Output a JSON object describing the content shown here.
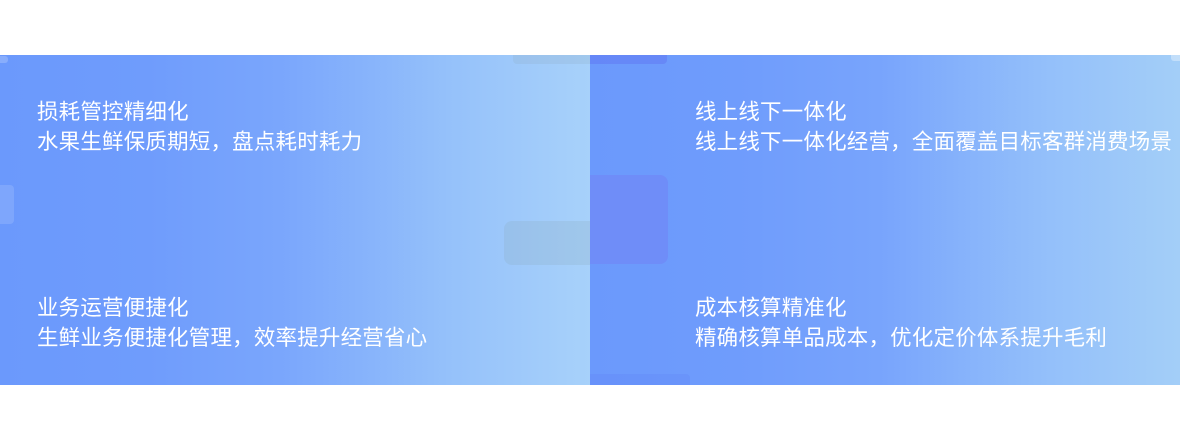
{
  "section": {
    "background_left_start": "#6b99fc",
    "background_left_end": "#a7d1fa",
    "background_right_start": "#6b99fc",
    "background_right_end": "#a2cdf8",
    "text_color": "#ffffff",
    "page_background": "#ffffff"
  },
  "features": [
    {
      "title": "损耗管控精细化",
      "desc": "水果生鲜保质期短，盘点耗时耗力"
    },
    {
      "title": "线上线下一体化",
      "desc": "线上线下一体化经营，全面覆盖目标客群消费场景"
    },
    {
      "title": "业务运营便捷化",
      "desc": "生鲜业务便捷化管理，效率提升经营省心"
    },
    {
      "title": "成本核算精准化",
      "desc": "精确核算单品成本，优化定价体系提升毛利"
    }
  ]
}
